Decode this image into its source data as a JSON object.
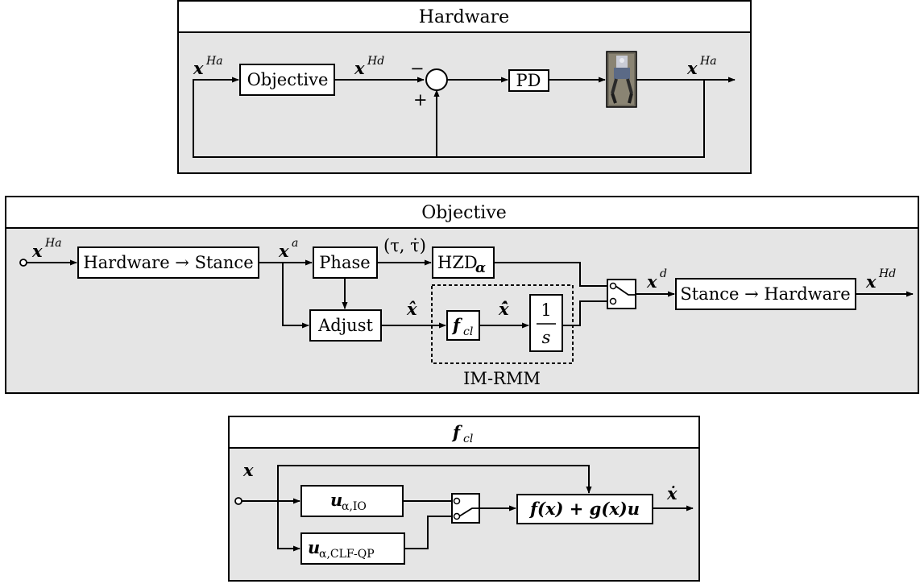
{
  "hardware_panel": {
    "title": "Hardware",
    "signal_in": "x",
    "signal_in_sup": "Ha",
    "objective_label": "Objective",
    "signal_desired": "x",
    "signal_desired_sup": "Hd",
    "minus_sign": "−",
    "plus_sign": "+",
    "pd_label": "PD",
    "signal_out": "x",
    "signal_out_sup": "Ha"
  },
  "objective_panel": {
    "title": "Objective",
    "input": "x",
    "input_sup": "Ha",
    "hw_to_stance": "Hardware → Stance",
    "xa": "x",
    "xa_sup": "a",
    "phase": "Phase",
    "tau_label": "(τ, τ̇)",
    "hzd": "HZD",
    "hzd_sub": "α",
    "adjust": "Adjust",
    "xhat": "x̂",
    "fcl": "f",
    "fcl_sub": "cl",
    "xhatdot": "ẋ̂",
    "integrator_num": "1",
    "integrator_den": "s",
    "imrmm": "IM-RMM",
    "xd": "x",
    "xd_sup": "d",
    "stance_to_hw": "Stance → Hardware",
    "output": "x",
    "output_sup": "Hd"
  },
  "fcl_panel": {
    "title": "f",
    "title_sub": "cl",
    "input": "x",
    "u_io": "u",
    "u_io_sub": "α,IO",
    "u_clf": "u",
    "u_clf_sub": "α,CLF-QP",
    "dynamics": "f(x) + g(x)u",
    "output": "ẋ"
  }
}
